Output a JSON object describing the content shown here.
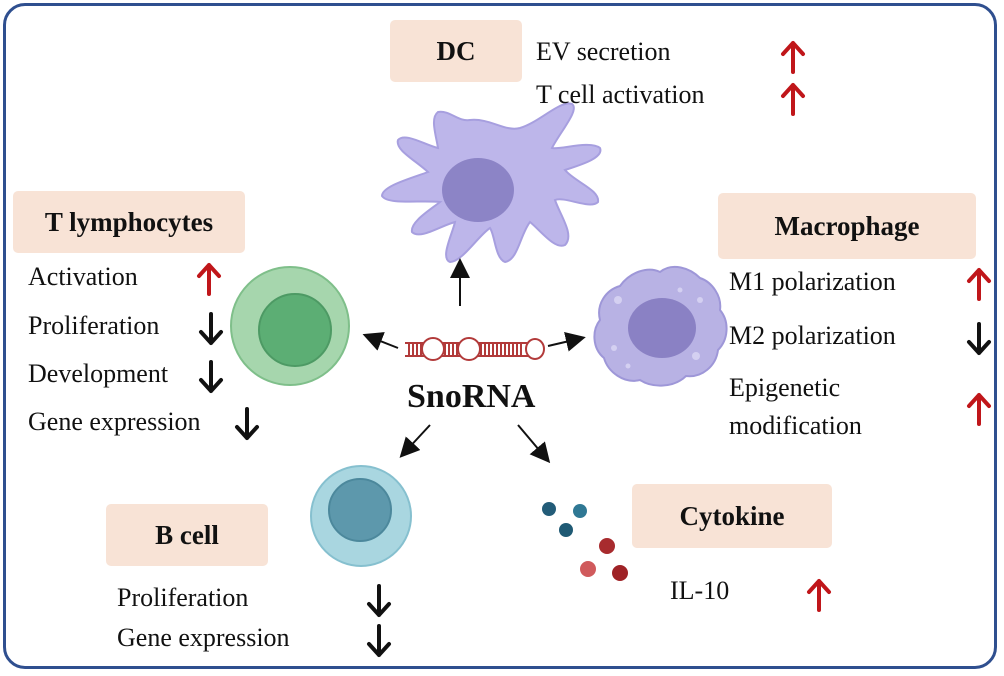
{
  "center": "SnoRNA",
  "colors": {
    "up": "#c0161a",
    "down": "#111111",
    "frame": "#2f4f8f",
    "label_bg": "#f8e3d6"
  },
  "dc": {
    "title": "DC",
    "items": [
      {
        "text": "EV secretion",
        "dir": "up"
      },
      {
        "text": "T cell activation",
        "dir": "up"
      }
    ]
  },
  "t_lymphocytes": {
    "title": "T lymphocytes",
    "items": [
      {
        "text": "Activation",
        "dir": "up"
      },
      {
        "text": "Proliferation",
        "dir": "down"
      },
      {
        "text": "Development",
        "dir": "down"
      },
      {
        "text": "Gene expression",
        "dir": "down"
      }
    ]
  },
  "macrophage": {
    "title": "Macrophage",
    "items": [
      {
        "text": "M1 polarization",
        "dir": "up"
      },
      {
        "text": "M2 polarization",
        "dir": "down"
      },
      {
        "text": "Epigenetic",
        "dir": ""
      },
      {
        "text": "modification",
        "dir": "up"
      }
    ]
  },
  "b_cell": {
    "title": "B cell",
    "items": [
      {
        "text": "Proliferation",
        "dir": "down"
      },
      {
        "text": "Gene expression",
        "dir": "down"
      }
    ]
  },
  "cytokine": {
    "title": "Cytokine",
    "items": [
      {
        "text": "IL-10",
        "dir": "up"
      }
    ]
  }
}
